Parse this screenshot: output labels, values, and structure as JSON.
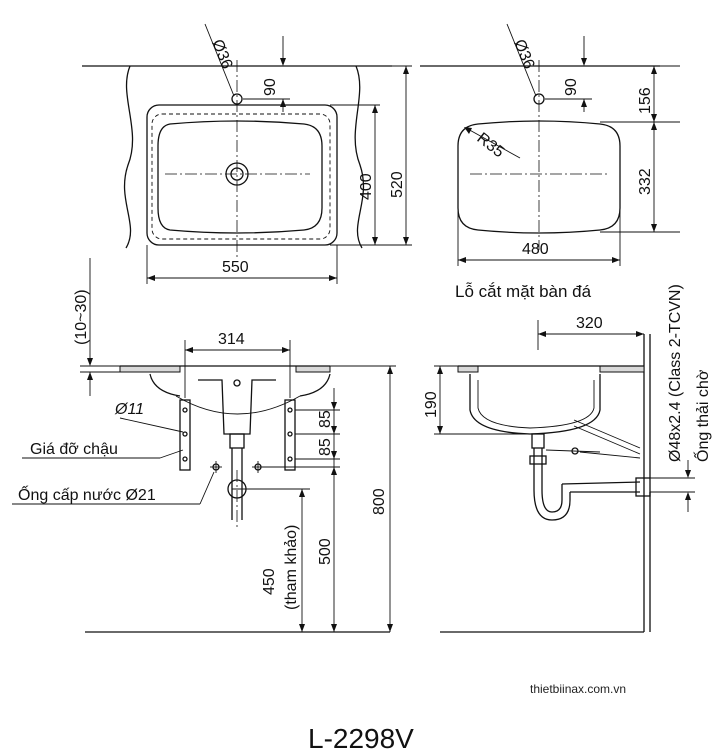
{
  "dimensions": {
    "tap_hole": "Ø36",
    "tap_hole_right": "Ø36",
    "tap_offset": "90",
    "tap_offset_right": "90",
    "bowl_depth_inner": "400",
    "overall_depth": "520",
    "overall_width": "550",
    "cut_front_gap": "156",
    "cut_depth": "332",
    "corner_radius": "R35",
    "cut_width": "480",
    "counter_thickness": "(10~30)",
    "bracket_span": "314",
    "bolt_diameter": "Ø11",
    "bracket_step_1": "85",
    "bracket_step_2": "85",
    "supply_height": "500",
    "drain_height": "450",
    "drain_height_note": "(tham khảo)",
    "counter_height": "800",
    "drain_offset": "320",
    "basin_height": "190",
    "waste_pipe": "Ø48x2.4 (Class 2-TCVN)"
  },
  "labels": {
    "cutout_title": "Lỗ cắt mặt bàn đá",
    "bracket": "Giá đỡ chậu",
    "water_supply": "Ống cấp nước Ø21",
    "waste_stub": "Ống thải chờ"
  },
  "footer": {
    "website": "thietbiinax.com.vn",
    "model": "L-2298V"
  }
}
